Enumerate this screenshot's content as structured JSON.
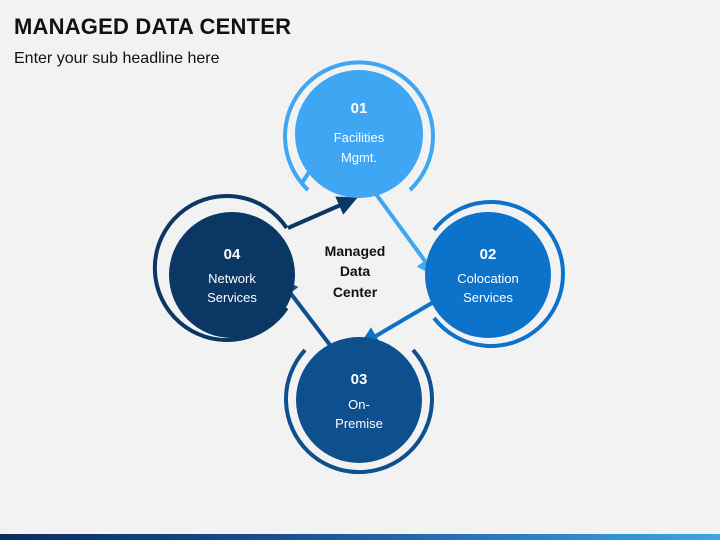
{
  "header": {
    "title": "MANAGED DATA CENTER",
    "subtitle": "Enter your sub headline here"
  },
  "center": {
    "line1": "Managed",
    "line2": "Data",
    "line3": "Center"
  },
  "nodes": [
    {
      "number": "01",
      "line1": "Facilities",
      "line2": "Mgmt.",
      "color": "#3ea6f2"
    },
    {
      "number": "02",
      "line1": "Colocation",
      "line2": "Services",
      "color": "#0d72c9"
    },
    {
      "number": "03",
      "line1": "On-",
      "line2": "Premise",
      "color": "#0e4f8d"
    },
    {
      "number": "04",
      "line1": "Network",
      "line2": "Services",
      "color": "#0b3764"
    }
  ],
  "colors": {
    "background": "#f2f2f2",
    "text": "#111111"
  }
}
